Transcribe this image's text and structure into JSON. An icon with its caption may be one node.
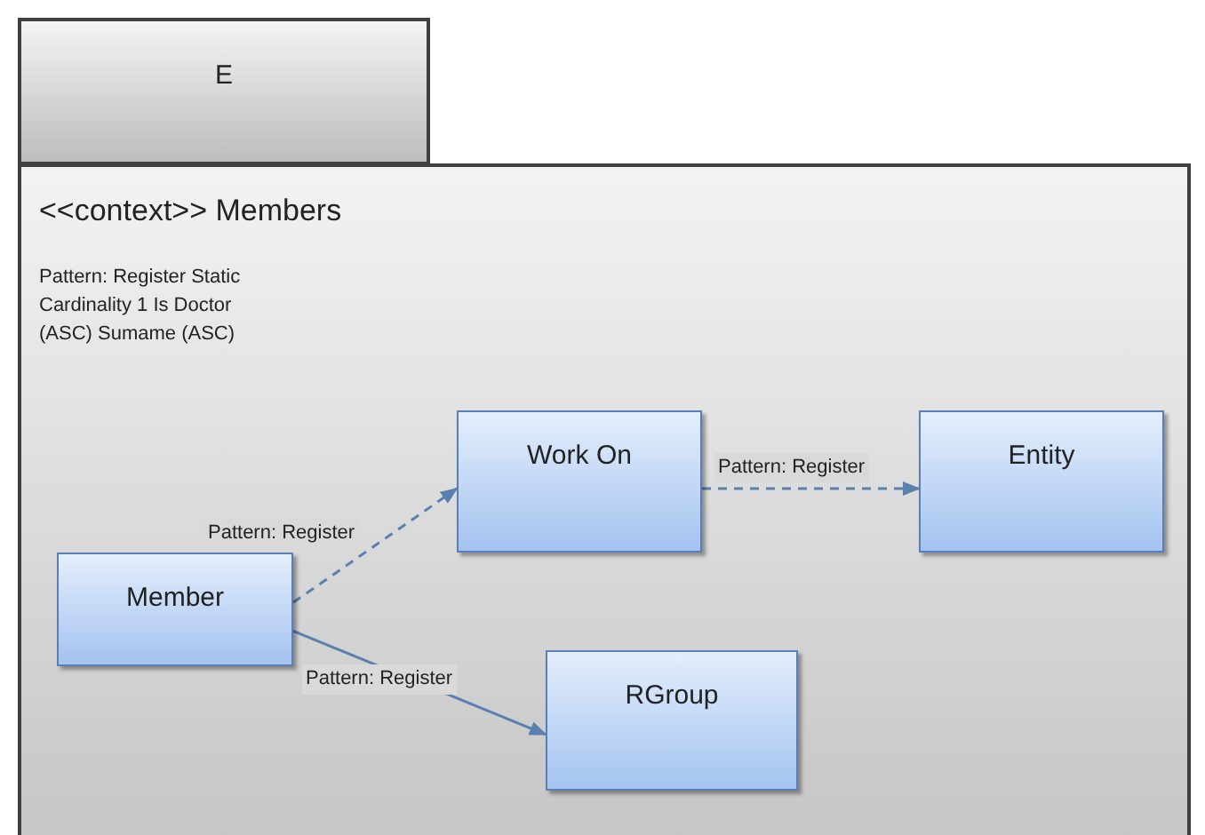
{
  "diagram": {
    "nodes": [
      {
        "text": [
          "E"
        ]
      },
      {
        "text": [
          "<<context>> Members",
          "Pattern: Register Static Cardinality 1 Is Doctor (ASC) Sumame (ASC)"
        ]
      },
      {
        "text": [
          "Work On"
        ],
        "in": 1
      },
      {
        "text": [
          "Entity"
        ],
        "in": 1
      },
      {
        "text": [
          "Member"
        ],
        "in": 1
      },
      {
        "text": [
          "RGroup"
        ],
        "in": 1
      }
    ],
    "edges": [
      {
        "from": 4,
        "to": 2,
        "arrow": "to",
        "label": "Pattern: Register",
        "style": "dashed"
      },
      {
        "from": 2,
        "to": 3,
        "arrow": "to",
        "label": "Pattern: Register",
        "style": "dashed"
      },
      {
        "from": 4,
        "to": 5,
        "arrow": "to",
        "label": "Pattern: Register"
      }
    ]
  }
}
